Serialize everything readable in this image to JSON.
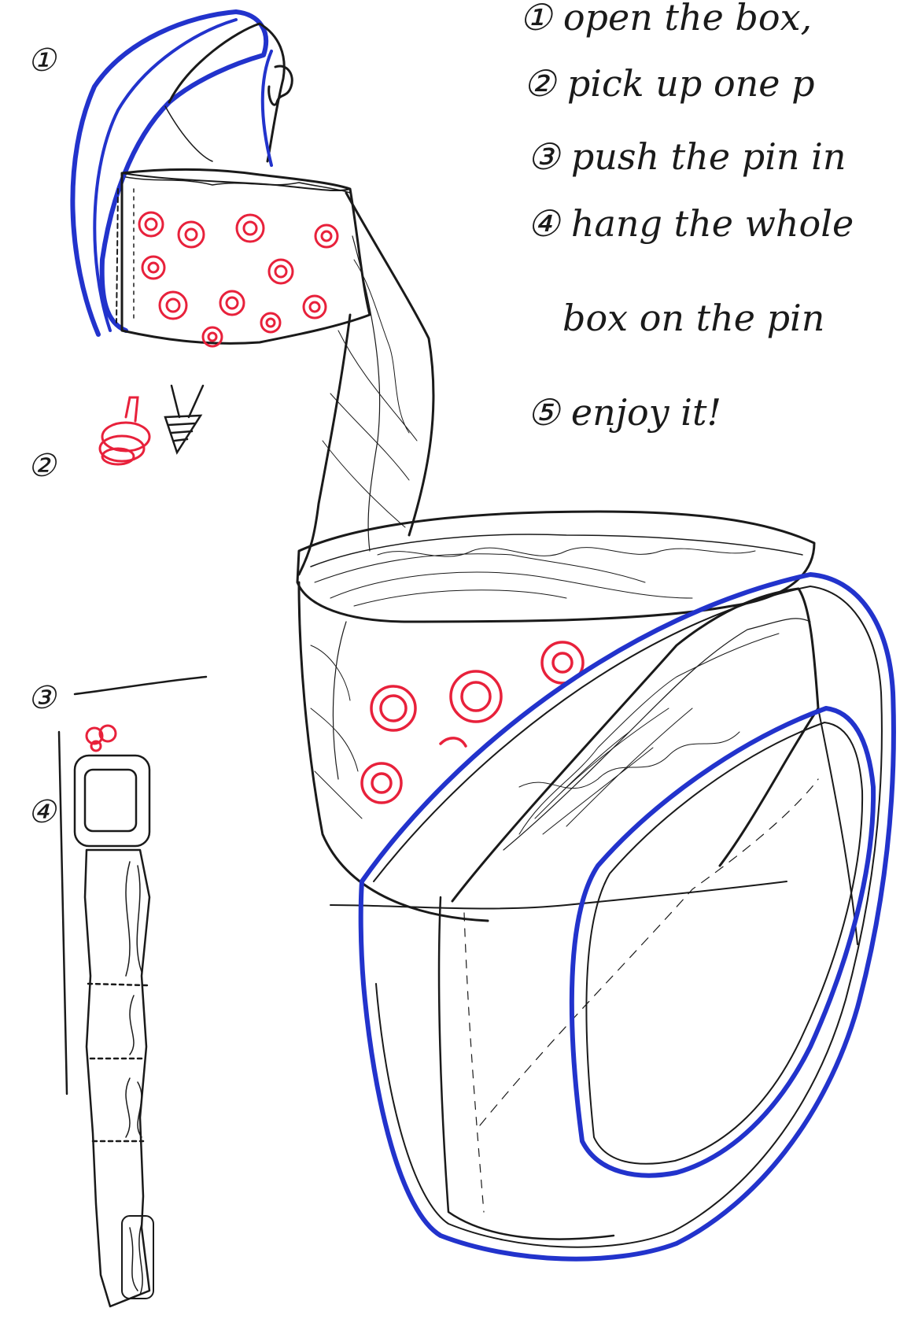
{
  "instructions": {
    "lines": [
      "① open the box,",
      "② pick up one p",
      "③ push the pin in",
      "④ hang the whole",
      "box on the pin",
      "⑤ enjoy it!"
    ]
  },
  "sketch_labels": {
    "step1": "①",
    "step2": "②",
    "step3": "③",
    "step4": "④"
  },
  "colors": {
    "ink": "#1a1a1a",
    "box_outline": "#2233cc",
    "pins": "#e8213b",
    "paper": "#ffffff"
  }
}
